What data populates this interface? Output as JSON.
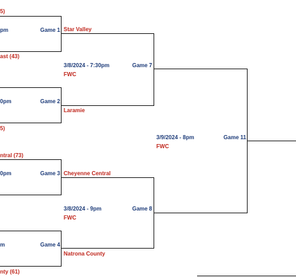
{
  "colors": {
    "team": "#c0281e",
    "meta": "#1f3d7a",
    "line": "#222222"
  },
  "left": {
    "g1_top": "5)",
    "g1_time": "pm",
    "g1_bottom": "ast (43)",
    "g2_time": "0pm",
    "g2_bottom": "5)",
    "g3_top": "ntral (73)",
    "g3_time": "0pm",
    "g4_time": "m",
    "g4_bottom": "nty (61)"
  },
  "games": {
    "g1": "Game 1",
    "g2": "Game 2",
    "g3": "Game 3",
    "g4": "Game 4",
    "g7": "Game 7",
    "g8": "Game 8",
    "g11": "Game 11"
  },
  "teams": {
    "g7_top": "Star Valley",
    "g7_bottom": "Laramie",
    "g8_top": "Cheyenne Central",
    "g8_bottom": "Natrona County"
  },
  "info": {
    "g7_date": "3/8/2024 - 7:30pm",
    "g7_site": "FWC",
    "g8_date": "3/8/2024 - 9pm",
    "g8_site": "FWC",
    "g11_date": "3/9/2024 - 8pm",
    "g11_site": "FWC"
  }
}
